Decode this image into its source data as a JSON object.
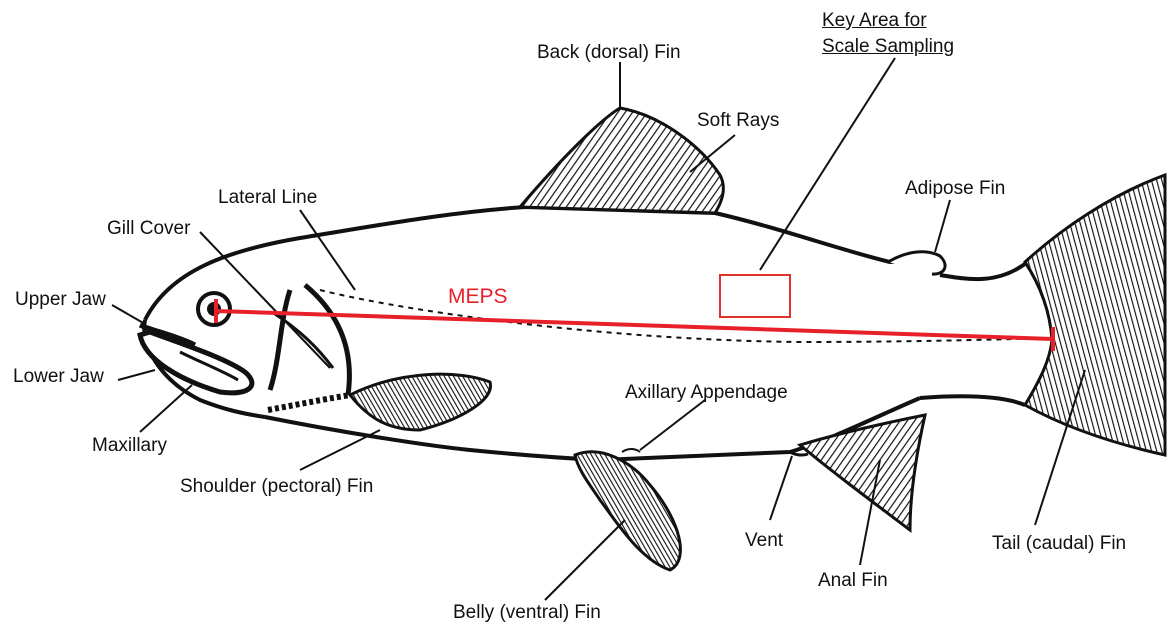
{
  "labels": {
    "key_area_line1": "Key Area for",
    "key_area_line2": "Scale Sampling",
    "back_dorsal_fin": "Back (dorsal) Fin",
    "soft_rays": "Soft Rays",
    "adipose_fin": "Adipose Fin",
    "lateral_line": "Lateral Line",
    "gill_cover": "Gill Cover",
    "upper_jaw": "Upper Jaw",
    "lower_jaw": "Lower Jaw",
    "maxillary": "Maxillary",
    "shoulder_pectoral_fin": "Shoulder (pectoral) Fin",
    "axillary_appendage": "Axillary Appendage",
    "vent": "Vent",
    "anal_fin": "Anal Fin",
    "tail_caudal_fin": "Tail (caudal) Fin",
    "belly_ventral_fin": "Belly (ventral) Fin",
    "meps": "MEPS"
  },
  "colors": {
    "ink": "#111111",
    "meps": "#e8202a",
    "key_box": "#e03030"
  }
}
